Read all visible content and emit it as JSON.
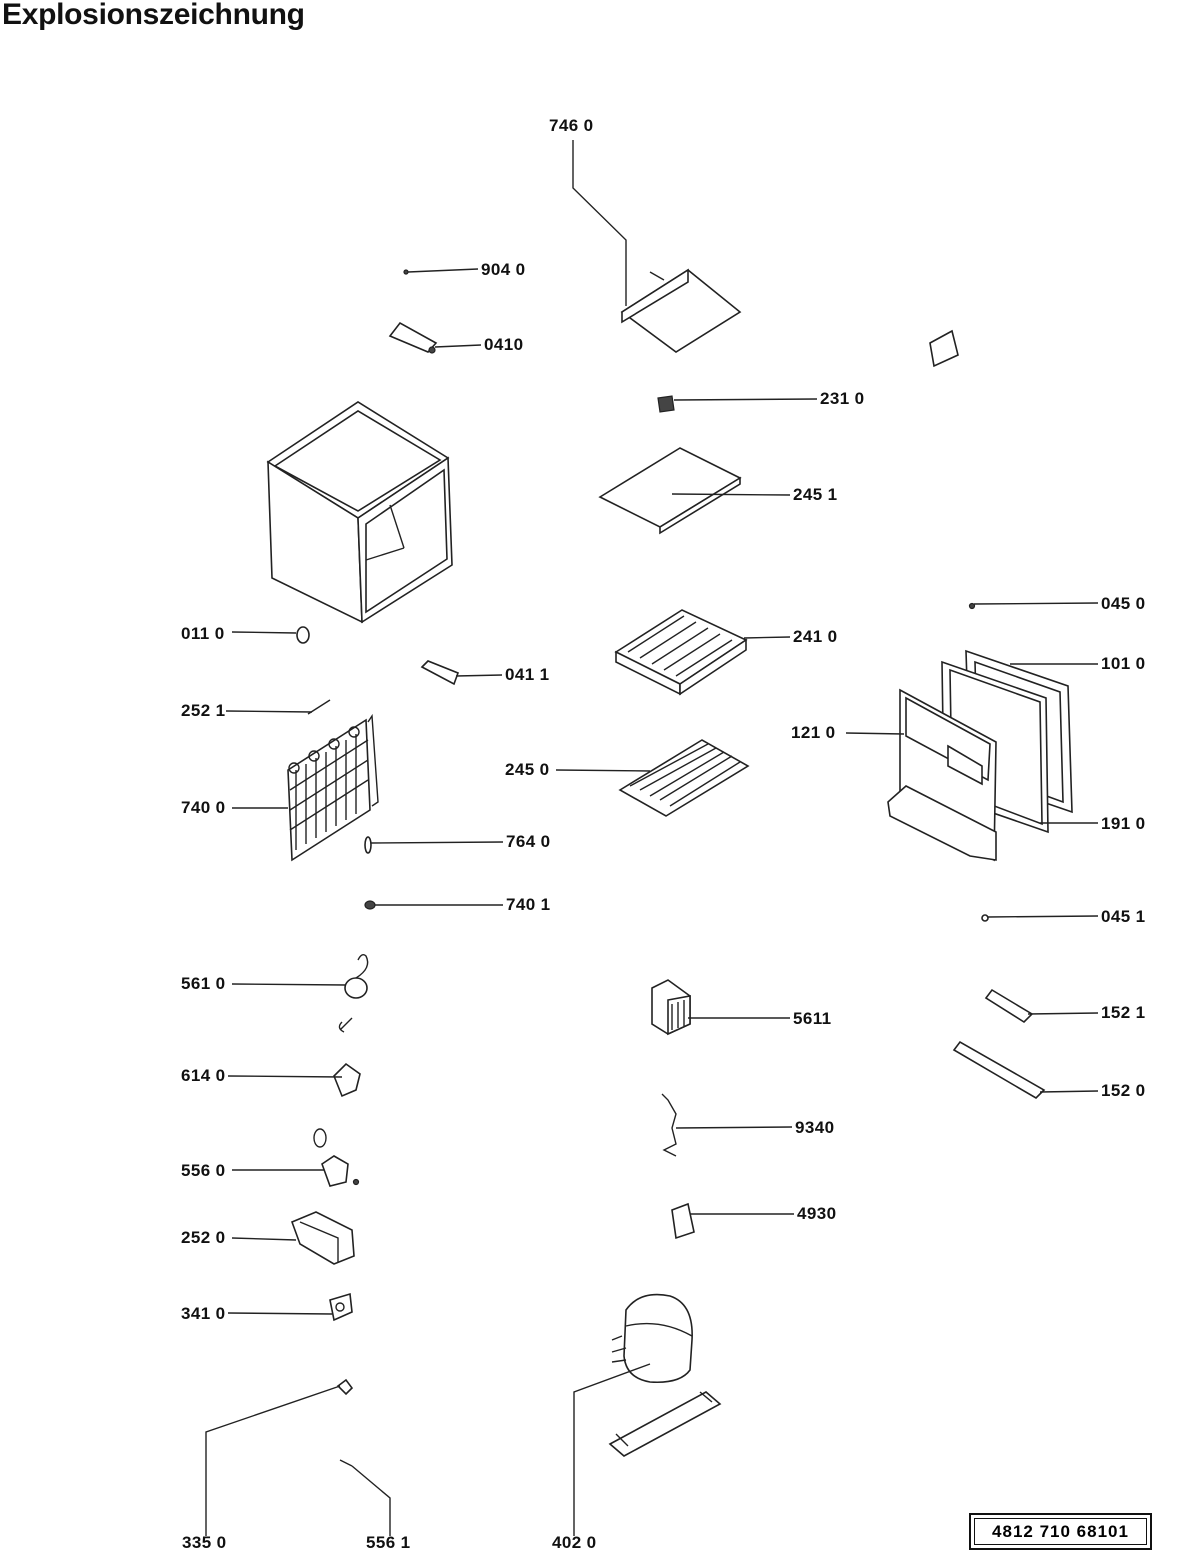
{
  "title": "Explosionszeichnung",
  "doc_number": "4812  710  68101",
  "labels": {
    "p7460": "746  0",
    "p9040": "904 0",
    "p0410": "0410",
    "p2310": "231 0",
    "p2451": "245 1",
    "p0110": "011 0",
    "p0411": "041 1",
    "p2410": "241 0",
    "p0450": "045 0",
    "p1010": "101 0",
    "p2521": "252 1",
    "p1210": "121 0",
    "p2450": "245 0",
    "p7400": "740 0",
    "p1910": "191 0",
    "p7640": "764 0",
    "p7401": "740 1",
    "p0451": "045 1",
    "p5610": "561 0",
    "p5611": "5611",
    "p1521": "152 1",
    "p6140": "614 0",
    "p1520": "152 0",
    "p9340": "9340",
    "p5560": "556 0",
    "p4930": "4930",
    "p2520": "252 0",
    "p3410": "341 0",
    "p3350": "335 0",
    "p5561": "556 1",
    "p4020": "402  0"
  }
}
